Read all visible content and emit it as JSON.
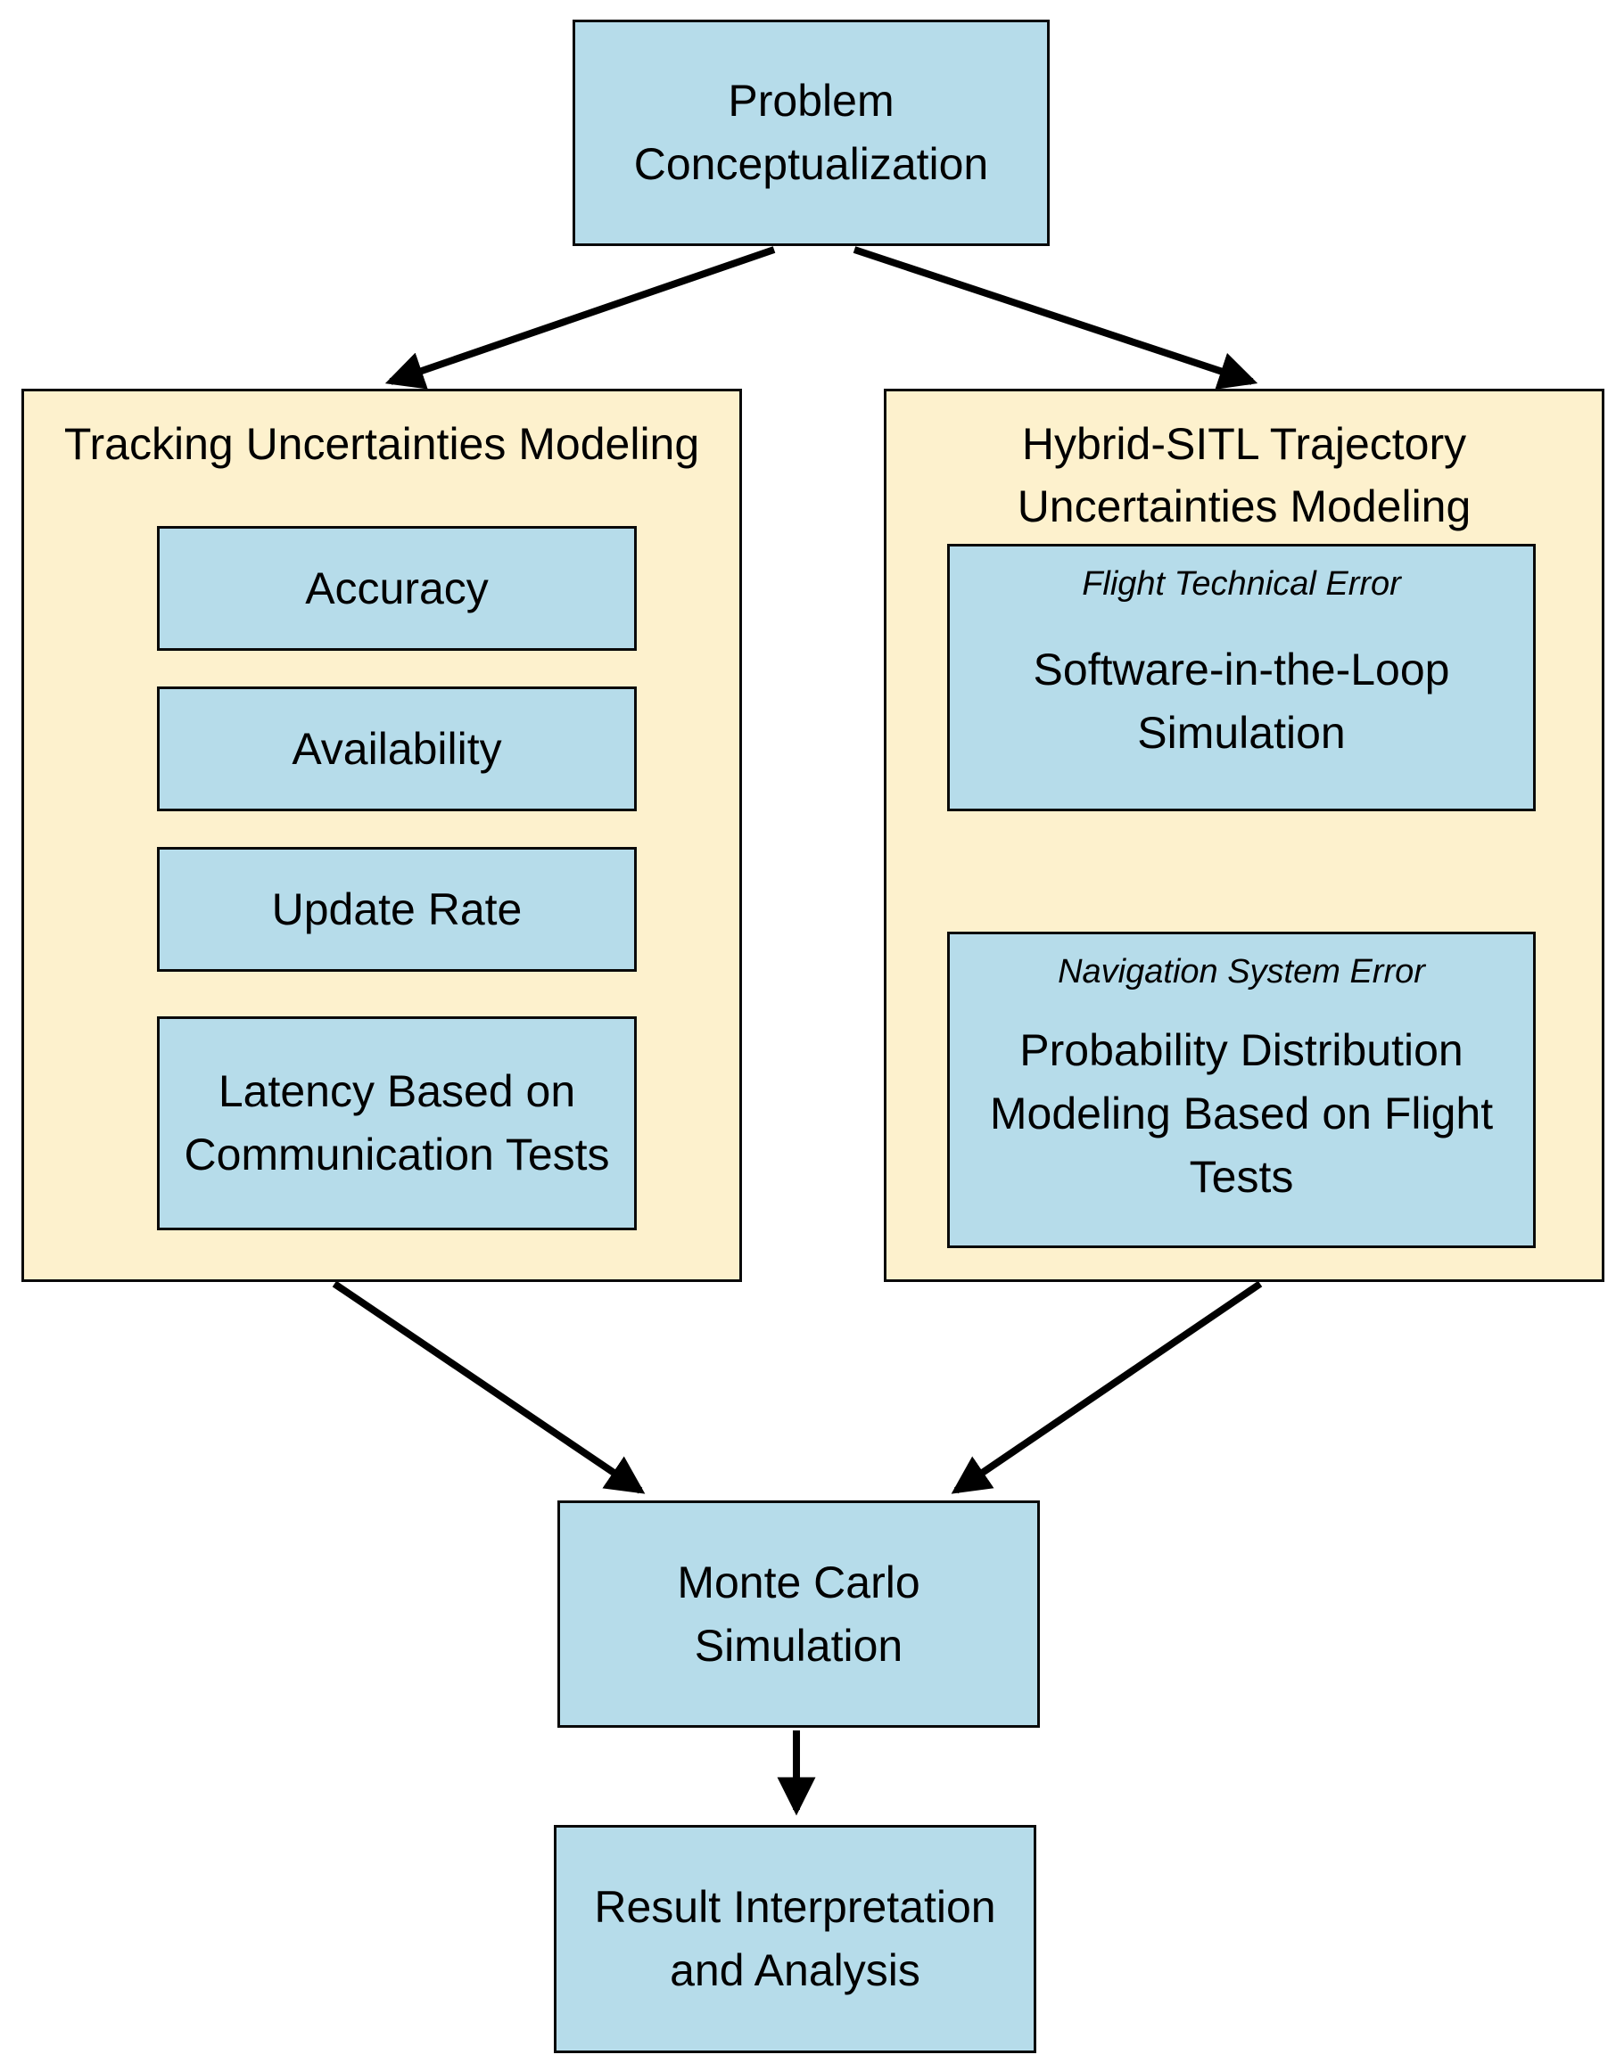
{
  "colors": {
    "node_fill": "#b6dcea",
    "panel_fill": "#fdf1cd",
    "border": "#0a0a0a",
    "arrow": "#000000",
    "background": "#ffffff"
  },
  "nodes": {
    "problem": {
      "label": "Problem\nConceptualization"
    },
    "monte_carlo": {
      "label": "Monte Carlo\nSimulation"
    },
    "result": {
      "label": "Result Interpretation\nand Analysis"
    }
  },
  "tracking_panel": {
    "title": "Tracking Uncertainties Modeling",
    "items": [
      "Accuracy",
      "Availability",
      "Update Rate",
      "Latency Based on\nCommunication Tests"
    ]
  },
  "hybrid_panel": {
    "title": "Hybrid-SITL Trajectory\nUncertainties Modeling",
    "items": [
      {
        "subtitle": "Flight Technical Error",
        "label": "Software-in-the-Loop\nSimulation"
      },
      {
        "subtitle": "Navigation System Error",
        "label": "Probability Distribution\nModeling Based on Flight\nTests"
      }
    ]
  }
}
